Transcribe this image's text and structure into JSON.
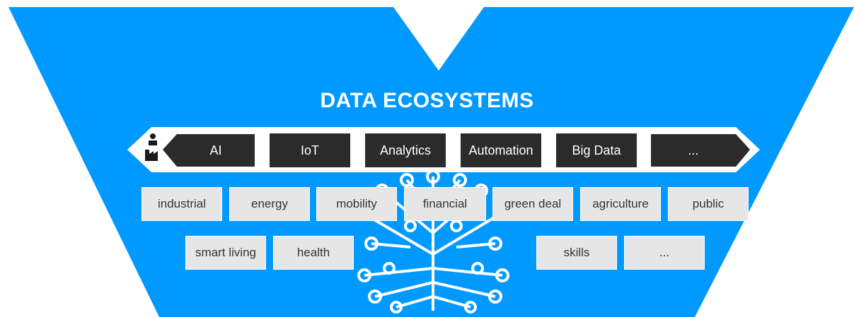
{
  "title": "DATA ECOSYSTEMS",
  "colors": {
    "background": "#0099ff",
    "dark_box": "#2b2b2b",
    "light_box": "#e6e6e6",
    "tree": "#ffffff"
  },
  "icons": {
    "start": "person-factory-icon",
    "tree": "circuit-tree-icon"
  },
  "technologies": [
    "AI",
    "IoT",
    "Analytics",
    "Automation",
    "Big Data",
    "..."
  ],
  "sectors_row1": [
    "industrial",
    "energy",
    "mobility",
    "financial",
    "green deal",
    "agriculture",
    "public"
  ],
  "sectors_row2": [
    "smart living",
    "health",
    "skills",
    "..."
  ]
}
